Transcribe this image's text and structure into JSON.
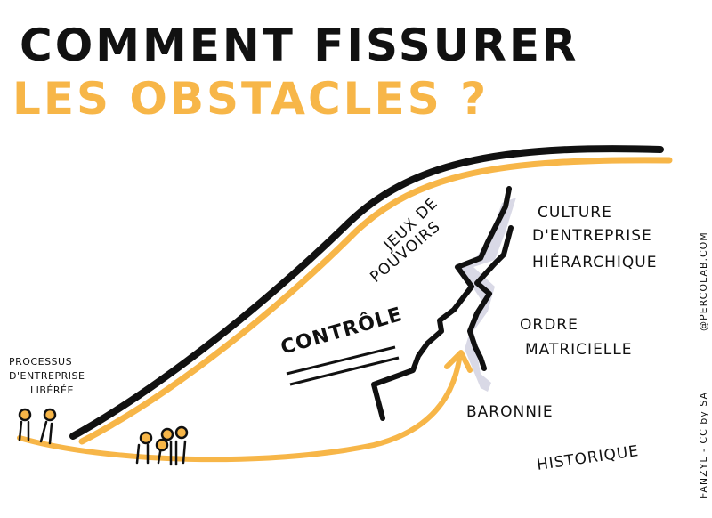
{
  "title": {
    "line1": "COMMENT FISSURER",
    "line2": "LES OBSTACLES ?"
  },
  "labels": {
    "jeux_line1": "JEUX DE",
    "jeux_line2": "POUVOIRS",
    "controle": "CONTRÔLE",
    "culture_line1": "CULTURE",
    "culture_line2": "D'ENTREPRISE",
    "culture_line3": "HIÉRARCHIQUE",
    "ordre_line1": "ORDRE",
    "ordre_line2": "MATRICIELLE",
    "baronnie": "BARONNIE",
    "historique": "HISTORIQUE",
    "processus_line1": "PROCESSUS",
    "processus_line2": "D'ENTREPRISE",
    "processus_line3": "LIBÉRÉE"
  },
  "credits": {
    "author": "FANZYL - CC by SA",
    "site": "@PERCOLAB.COM"
  },
  "colors": {
    "ink": "#111111",
    "accent": "#f7b648",
    "shadow": "#cfcfe0"
  }
}
